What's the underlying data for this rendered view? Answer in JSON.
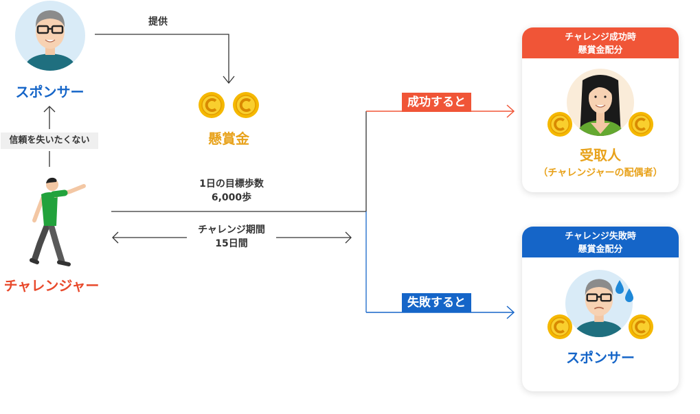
{
  "sponsor": {
    "label": "スポンサー"
  },
  "provide": {
    "label": "提供"
  },
  "prize": {
    "label": "懸賞金"
  },
  "trust": {
    "label": "信頼を失いたくない"
  },
  "challenger": {
    "label": "チャレンジャー"
  },
  "goal": {
    "line1": "1日の目標歩数",
    "line2": "6,000歩"
  },
  "period": {
    "line1": "チャレンジ期間",
    "line2": "15日間"
  },
  "success": {
    "tag": "成功すると"
  },
  "failure": {
    "tag": "失敗すると"
  },
  "success_card": {
    "head1": "チャレンジ成功時",
    "head2": "懸賞金配分",
    "name": "受取人",
    "sub": "（チャレンジャーの配偶者）"
  },
  "failure_card": {
    "head1": "チャレンジ失敗時",
    "head2": "懸賞金配分",
    "name": "スポンサー"
  },
  "colors": {
    "success": "#f05537",
    "failure": "#1565c8",
    "coin": "#f5b800",
    "sponsor_text": "#1565c8",
    "challenger_text": "#e8492b",
    "prize_text": "#e8a21b"
  },
  "icons": [
    "sponsor-avatar-icon",
    "coin-icon",
    "walking-person-icon",
    "recipient-avatar-icon",
    "sweat-drop-icon"
  ]
}
